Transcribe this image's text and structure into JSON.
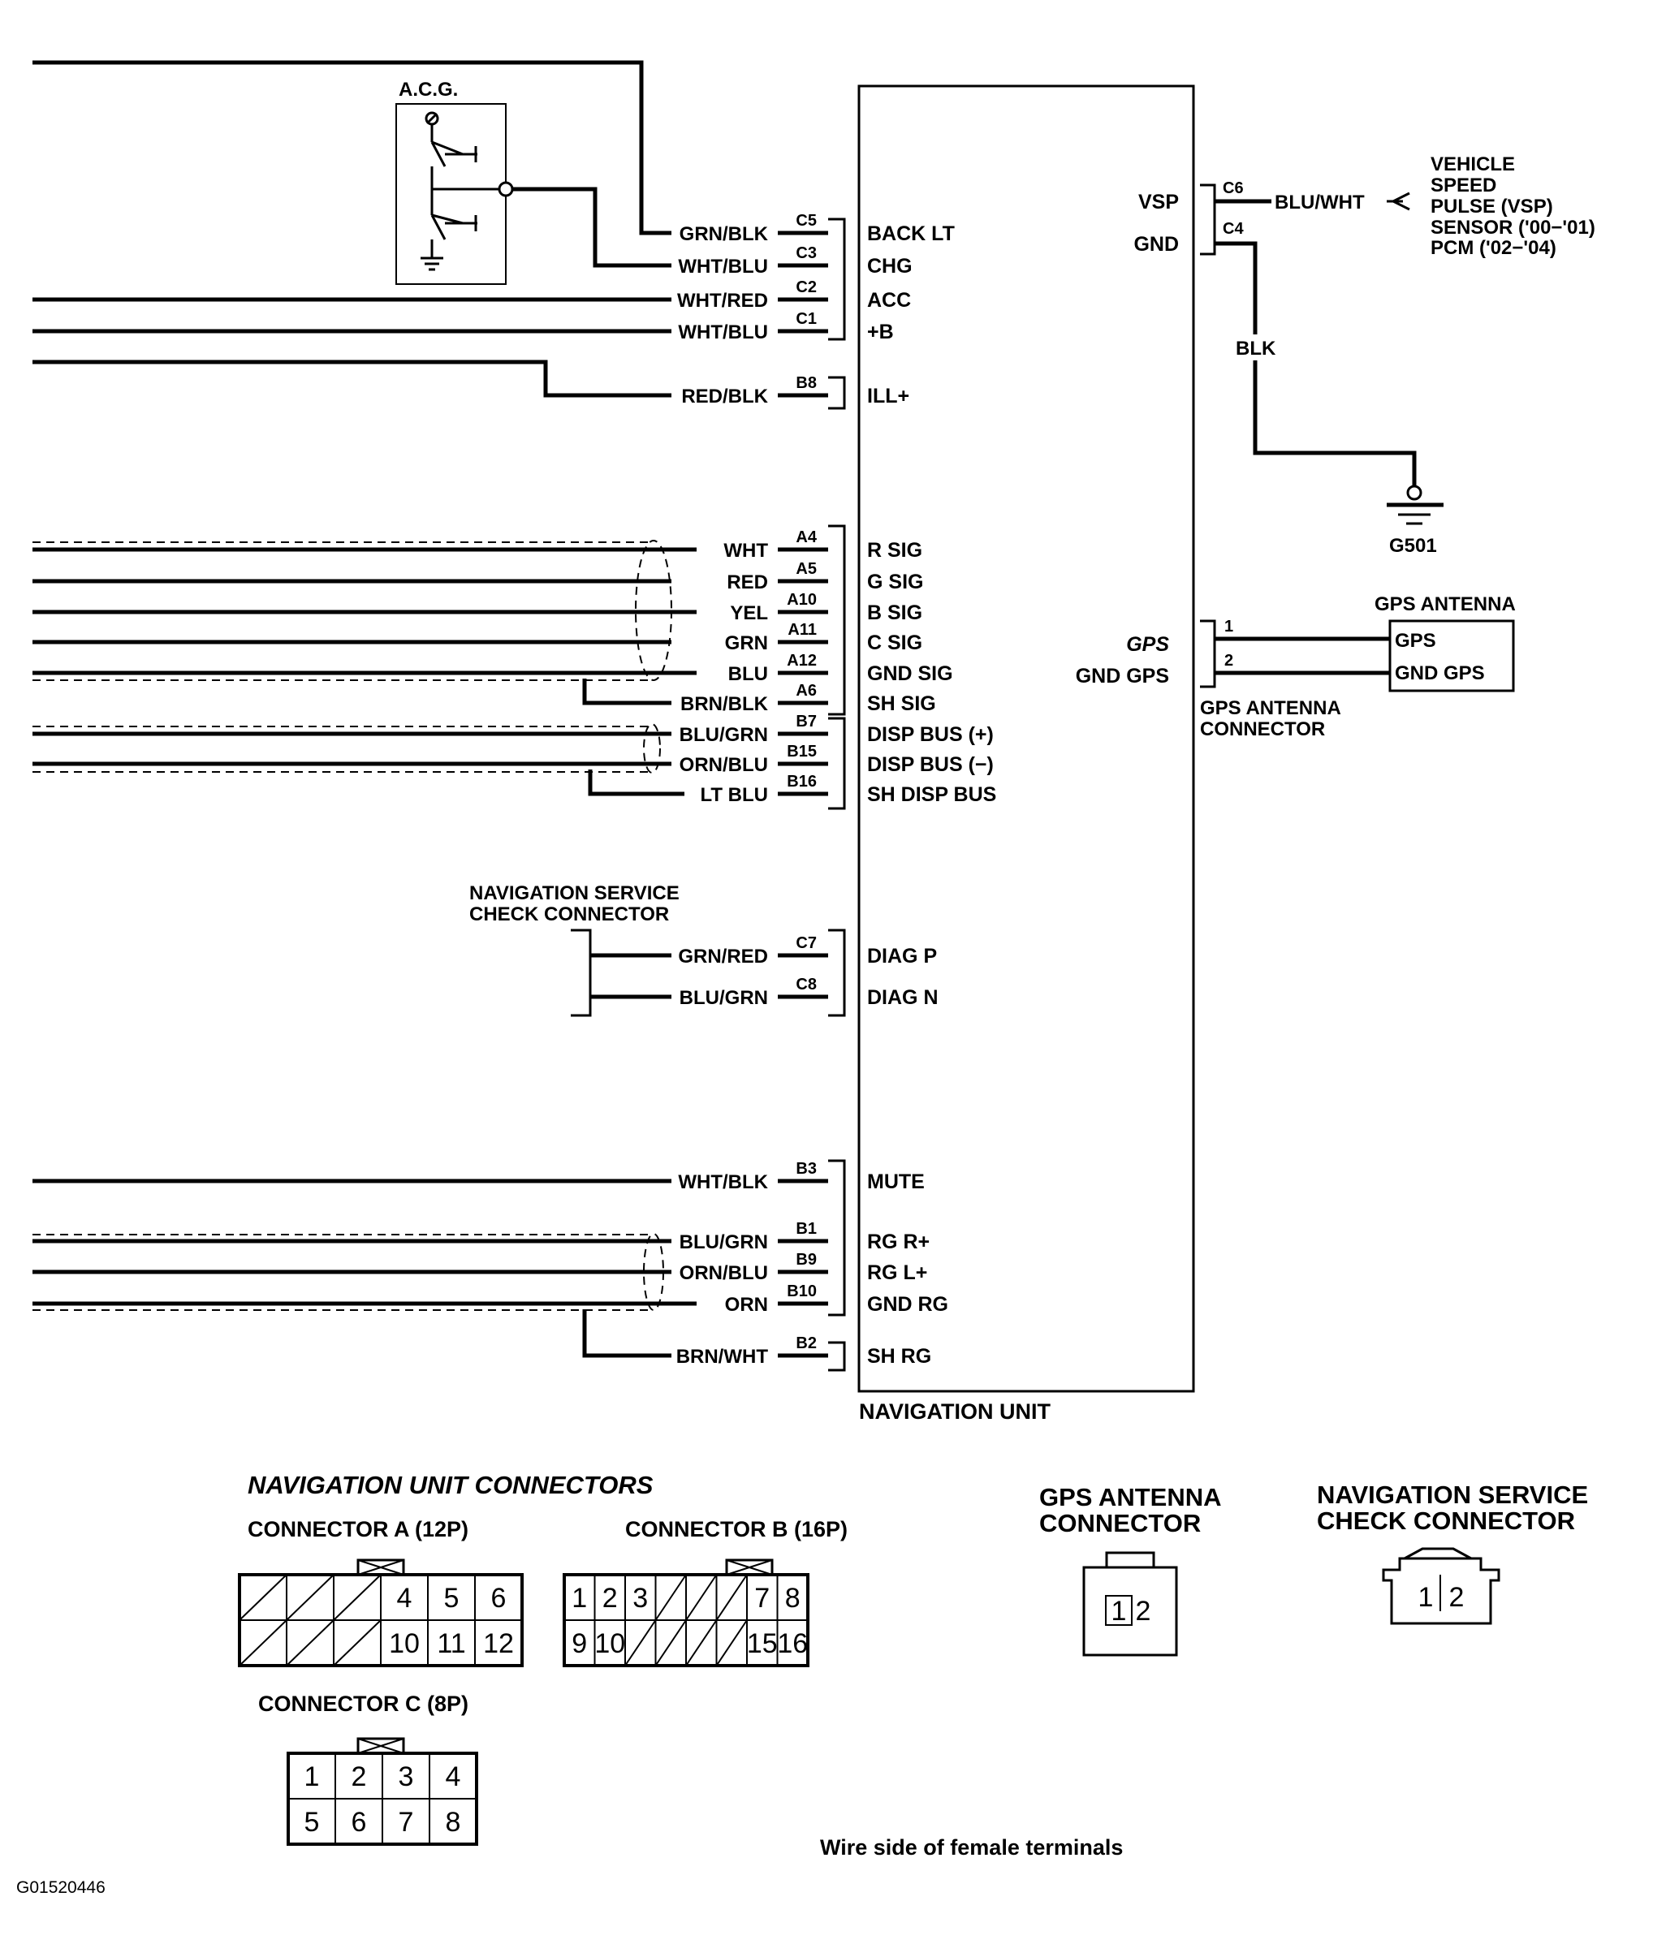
{
  "unit": {
    "title": "NAVIGATION UNIT"
  },
  "acg": {
    "label": "A.C.G."
  },
  "left_pins": [
    {
      "id": "back-lt",
      "wire": "GRN/BLK",
      "pin": "C5",
      "signal": "BACK LT"
    },
    {
      "id": "chg",
      "wire": "WHT/BLU",
      "pin": "C3",
      "signal": "CHG"
    },
    {
      "id": "acc",
      "wire": "WHT/RED",
      "pin": "C2",
      "signal": "ACC"
    },
    {
      "id": "plus-b",
      "wire": "WHT/BLU",
      "pin": "C1",
      "signal": "+B"
    },
    {
      "id": "ill-plus",
      "wire": "RED/BLK",
      "pin": "B8",
      "signal": "ILL+"
    },
    {
      "id": "r-sig",
      "wire": "WHT",
      "pin": "A4",
      "signal": "R SIG"
    },
    {
      "id": "g-sig",
      "wire": "RED",
      "pin": "A5",
      "signal": "G SIG"
    },
    {
      "id": "b-sig",
      "wire": "YEL",
      "pin": "A10",
      "signal": "B SIG"
    },
    {
      "id": "c-sig",
      "wire": "GRN",
      "pin": "A11",
      "signal": "C SIG"
    },
    {
      "id": "gnd-sig",
      "wire": "BLU",
      "pin": "A12",
      "signal": "GND SIG"
    },
    {
      "id": "sh-sig",
      "wire": "BRN/BLK",
      "pin": "A6",
      "signal": "SH SIG"
    },
    {
      "id": "disp-bus-plus",
      "wire": "BLU/GRN",
      "pin": "B7",
      "signal": "DISP BUS (+)"
    },
    {
      "id": "disp-bus-minus",
      "wire": "ORN/BLU",
      "pin": "B15",
      "signal": "DISP BUS (−)"
    },
    {
      "id": "sh-disp-bus",
      "wire": "LT BLU",
      "pin": "B16",
      "signal": "SH DISP BUS"
    },
    {
      "id": "diag-p",
      "wire": "GRN/RED",
      "pin": "C7",
      "signal": "DIAG P"
    },
    {
      "id": "diag-n",
      "wire": "BLU/GRN",
      "pin": "C8",
      "signal": "DIAG N"
    },
    {
      "id": "mute",
      "wire": "WHT/BLK",
      "pin": "B3",
      "signal": "MUTE"
    },
    {
      "id": "rg-r-plus",
      "wire": "BLU/GRN",
      "pin": "B1",
      "signal": "RG R+"
    },
    {
      "id": "rg-l-plus",
      "wire": "ORN/BLU",
      "pin": "B9",
      "signal": "RG L+"
    },
    {
      "id": "gnd-rg",
      "wire": "ORN",
      "pin": "B10",
      "signal": "GND RG"
    },
    {
      "id": "sh-rg",
      "wire": "BRN/WHT",
      "pin": "B2",
      "signal": "SH RG"
    }
  ],
  "right_pins": {
    "vsp": {
      "signal": "VSP",
      "pin": "C6",
      "wire": "BLU/WHT"
    },
    "gnd": {
      "signal": "GND",
      "pin": "C4",
      "wire": "BLK"
    },
    "gps": {
      "signal": "GPS",
      "pin": "1"
    },
    "gnd_gps": {
      "signal": "GND GPS",
      "pin": "2"
    }
  },
  "vsp_sensor": {
    "lines": [
      "VEHICLE",
      "SPEED",
      "PULSE (VSP)",
      "SENSOR ('00−'01)",
      "PCM ('02−'04)"
    ]
  },
  "ground": {
    "label": "G501"
  },
  "gps_antenna": {
    "title": "GPS ANTENNA",
    "pins": [
      "GPS",
      "GND GPS"
    ],
    "connector_label": [
      "GPS ANTENNA",
      "CONNECTOR"
    ]
  },
  "nav_service": {
    "label": [
      "NAVIGATION SERVICE",
      "CHECK CONNECTOR"
    ]
  },
  "connectors": {
    "section_title": "NAVIGATION UNIT CONNECTORS",
    "a": {
      "title": "CONNECTOR A (12P)",
      "row1": [
        "",
        "",
        "",
        "4",
        "5",
        "6"
      ],
      "row2": [
        "",
        "",
        "",
        "10",
        "11",
        "12"
      ]
    },
    "b": {
      "title": "CONNECTOR B (16P)",
      "row1": [
        "1",
        "2",
        "3",
        "",
        "",
        "",
        "7",
        "8"
      ],
      "row2": [
        "9",
        "10",
        "",
        "",
        "",
        "",
        "15",
        "16"
      ]
    },
    "c": {
      "title": "CONNECTOR C (8P)",
      "row1": [
        "1",
        "2",
        "3",
        "4"
      ],
      "row2": [
        "5",
        "6",
        "7",
        "8"
      ]
    },
    "gps": {
      "title": [
        "GPS ANTENNA",
        "CONNECTOR"
      ],
      "pins": [
        "1",
        "2"
      ]
    },
    "service": {
      "title": [
        "NAVIGATION SERVICE",
        "CHECK CONNECTOR"
      ],
      "pins": [
        "1",
        "2"
      ]
    },
    "footnote": "Wire side of female terminals"
  },
  "figure_id": "G01520446"
}
